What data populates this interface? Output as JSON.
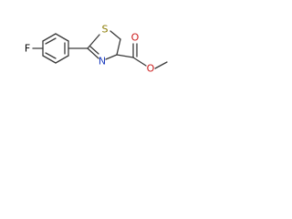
{
  "molecule": {
    "atoms": {
      "fluorine": {
        "label": "F",
        "color": "#000000"
      },
      "sulfur": {
        "label": "S",
        "color": "#8a7a00"
      },
      "ring_nitrogen": {
        "label": "N",
        "color": "#1f3fbf"
      },
      "carbonyl_oxygen": {
        "label": "O",
        "color": "#cc1a1a"
      },
      "ester_oxygen": {
        "label": "O",
        "color": "#cc1a1a"
      }
    },
    "bond_color": "#3a3a3a"
  }
}
